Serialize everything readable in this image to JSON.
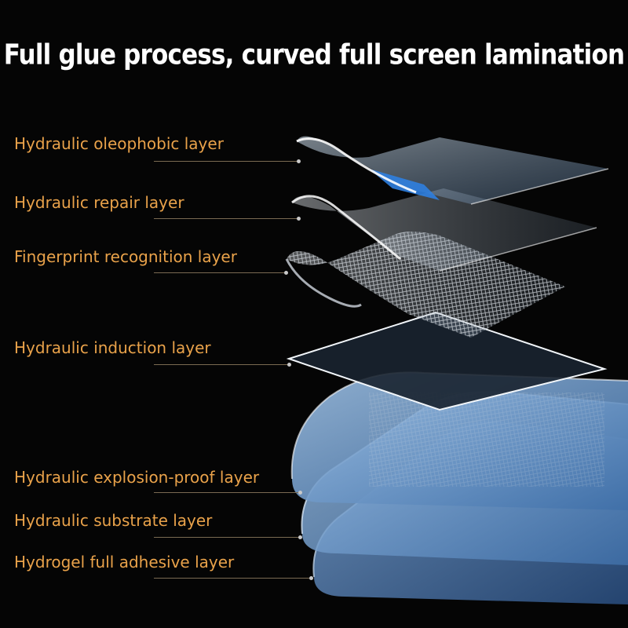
{
  "headline": "Full glue process, curved full screen lamination",
  "accent_color": "#e9a24a",
  "layers": [
    {
      "label": "Hydraulic oleophobic layer"
    },
    {
      "label": "Hydraulic repair layer"
    },
    {
      "label": "Fingerprint recognition layer"
    },
    {
      "label": "Hydraulic induction layer"
    },
    {
      "label": "Hydraulic explosion-proof layer"
    },
    {
      "label": "Hydraulic substrate layer"
    },
    {
      "label": "Hydrogel full adhesive layer"
    }
  ]
}
